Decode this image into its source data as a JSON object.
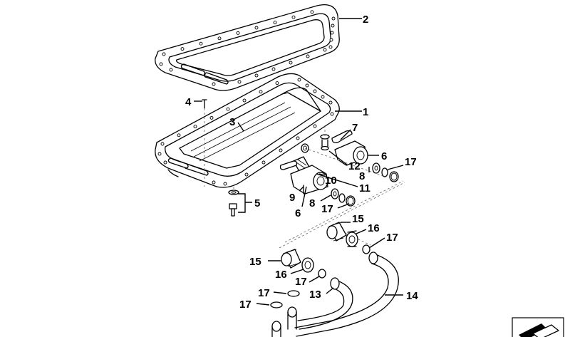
{
  "callouts": {
    "c1": "1",
    "c2": "2",
    "c3": "3",
    "c4": "4",
    "c5": "5",
    "c6a": "6",
    "c6b": "6",
    "c7": "7",
    "c8a": "8",
    "c8b": "8",
    "c9": "9",
    "c10": "10",
    "c11": "11",
    "c12": "12",
    "c13": "13",
    "c14": "14",
    "c15a": "15",
    "c15b": "15",
    "c16a": "16",
    "c16b": "16",
    "c17a": "17",
    "c17b": "17",
    "c17c": "17",
    "c17d": "17",
    "c17e": "17",
    "c17f": "17"
  },
  "colors": {
    "line": "#000000",
    "background": "#ffffff",
    "dash": "#666666"
  },
  "icons": {
    "corner": "exploded-view-symbol-icon"
  }
}
